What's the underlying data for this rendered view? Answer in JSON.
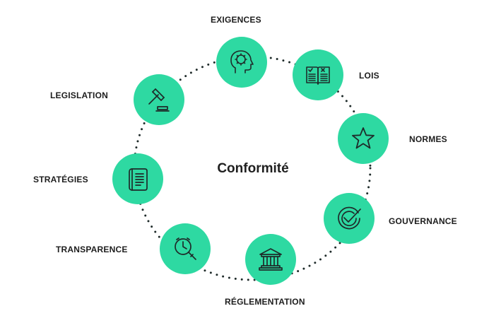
{
  "center": {
    "title": "Conformité"
  },
  "colors": {
    "node_fill": "#2ed9a2",
    "icon_stroke": "#1f2b2a",
    "dot_color": "#1f2b2a",
    "text": "#1d1d1d"
  },
  "nodes": [
    {
      "label": "EXIGENCES",
      "icon": "head-brain-icon"
    },
    {
      "label": "LOIS",
      "icon": "law-book-icon"
    },
    {
      "label": "NORMES",
      "icon": "star-icon"
    },
    {
      "label": "GOUVERNANCE",
      "icon": "checkmark-target-icon"
    },
    {
      "label": "RÉGLEMENTATION",
      "icon": "courthouse-icon"
    },
    {
      "label": "TRANSPARENCE",
      "icon": "clock-magnifier-icon"
    },
    {
      "label": "STRATÉGIES",
      "icon": "scroll-document-icon"
    },
    {
      "label": "LEGISLATION",
      "icon": "gavel-icon"
    }
  ]
}
